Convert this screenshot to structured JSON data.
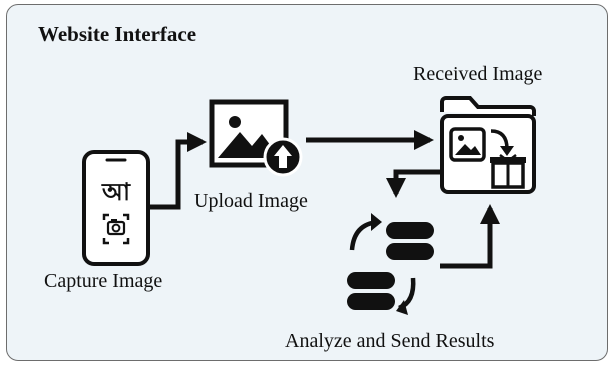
{
  "title": "Website Interface",
  "labels": {
    "capture": "Capture Image",
    "upload": "Upload Image",
    "received": "Received Image",
    "analyze": "Analyze and Send Results"
  },
  "phone_glyph": "আ",
  "colors": {
    "background": "#eef4f8",
    "border": "#6d6d6d",
    "ink": "#111111"
  },
  "icons": [
    "smartphone-camera-icon",
    "image-upload-icon",
    "folder-image-icon",
    "database-sync-icon"
  ]
}
